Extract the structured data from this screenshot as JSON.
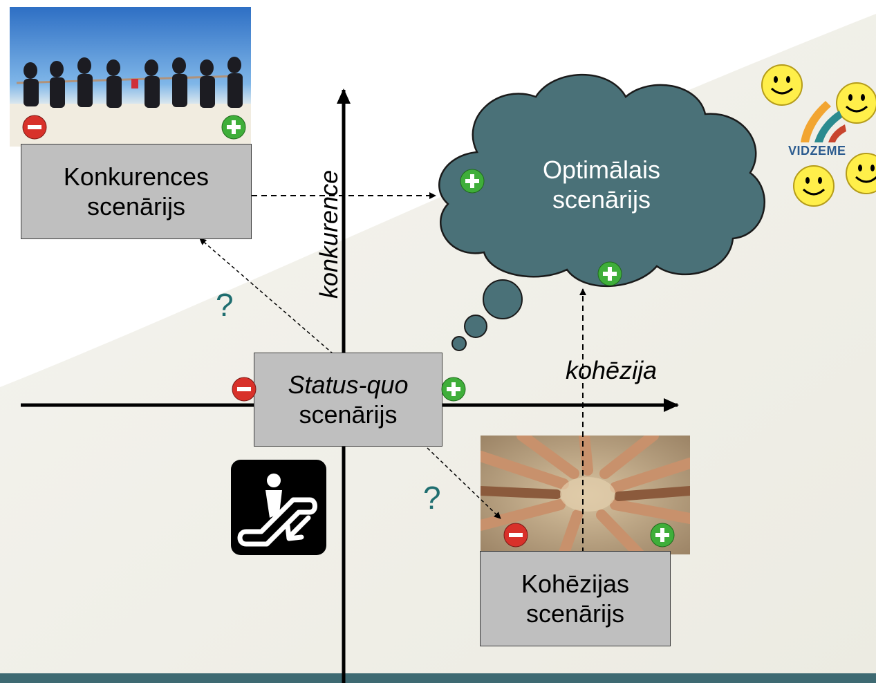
{
  "diagram": {
    "x_axis_label": "kohēzija",
    "y_axis_label": "konkurence",
    "question_mark_upper": "?",
    "question_mark_lower": "?",
    "boxes": {
      "competition": {
        "line1": "Konkurences",
        "line2": "scenārijs"
      },
      "status_quo": {
        "line1": "Status-quo",
        "line2": "scenārijs"
      },
      "cohesion": {
        "line1": "Kohēzijas",
        "line2": "scenārijs"
      }
    },
    "cloud": {
      "line1": "Optimālais",
      "line2": "scenārijs",
      "color": "#4a7178"
    },
    "logo_text": "VIDZEME",
    "colors": {
      "accent_teal": "#1f6e70",
      "box_gray": "#bfbfbf",
      "plus_green": "#3fae3a",
      "minus_red": "#d8312a",
      "footer_bar": "#3e6a72"
    }
  }
}
